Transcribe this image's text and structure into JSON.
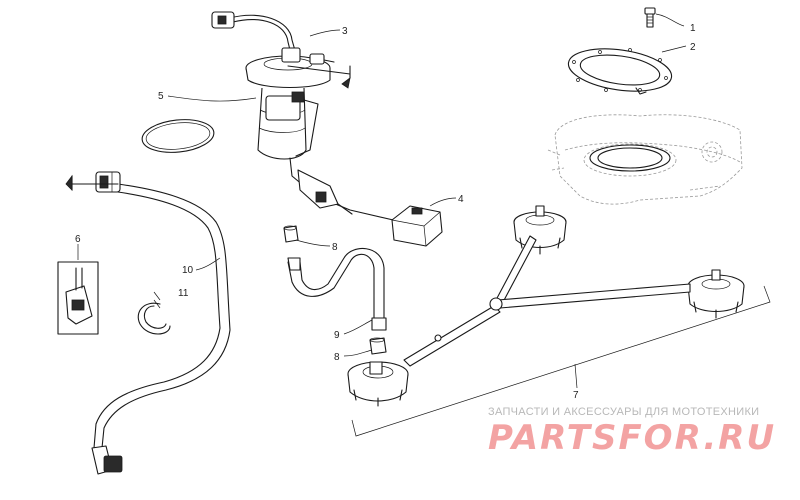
{
  "callouts": {
    "c1": "1",
    "c2": "2",
    "c3": "3",
    "c4": "4",
    "c5": "5",
    "c6": "6",
    "c7": "7",
    "c8a": "8",
    "c8b": "8",
    "c9": "9",
    "c10": "10",
    "c11": "11"
  },
  "watermark": {
    "subtitle": "ЗАПЧАСТИ И АКСЕССУАРЫ ДЛЯ МОТОТЕХНИКИ",
    "logo": "PARTSFOR.RU"
  },
  "colors": {
    "line": "#1a1a1a",
    "ghost": "#9a9a9a",
    "logo": "#f3a3a3",
    "subtitle": "#b8b8b8"
  }
}
